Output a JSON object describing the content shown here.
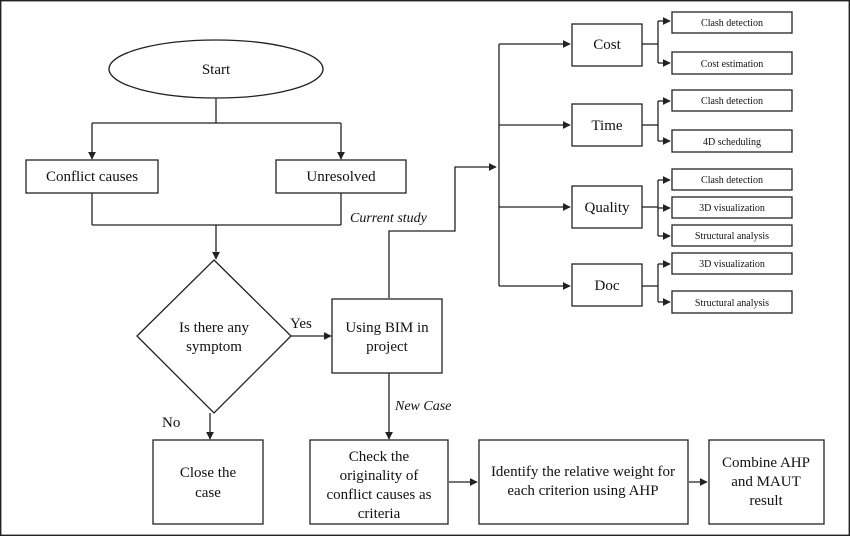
{
  "nodes": {
    "start": "Start",
    "conflict_causes": "Conflict causes",
    "unresolved": "Unresolved",
    "decision": [
      "Is there any",
      "symptom"
    ],
    "close_case": [
      "Close the",
      "case"
    ],
    "using_bim": [
      "Using BIM in",
      "project"
    ],
    "check_originality": [
      "Check the",
      "originality of",
      "conflict causes as",
      "criteria"
    ],
    "identify_weight": [
      "Identify the relative weight for",
      "each criterion using AHP"
    ],
    "combine": [
      "Combine AHP",
      "and MAUT",
      "result"
    ],
    "cost": "Cost",
    "time": "Time",
    "quality": "Quality",
    "doc": "Doc"
  },
  "sub_items": {
    "cost": [
      "Clash detection",
      "Cost estimation"
    ],
    "time": [
      "Clash detection",
      "4D scheduling"
    ],
    "quality": [
      "Clash detection",
      "3D visualization",
      "Structural analysis"
    ],
    "doc": [
      "3D visualization",
      "Structural analysis"
    ]
  },
  "edge_labels": {
    "yes": "Yes",
    "no": "No",
    "current_study": "Current study",
    "new_case": "New Case"
  },
  "colors": {
    "stroke": "#222222",
    "fill": "#ffffff",
    "text": "#111111"
  }
}
